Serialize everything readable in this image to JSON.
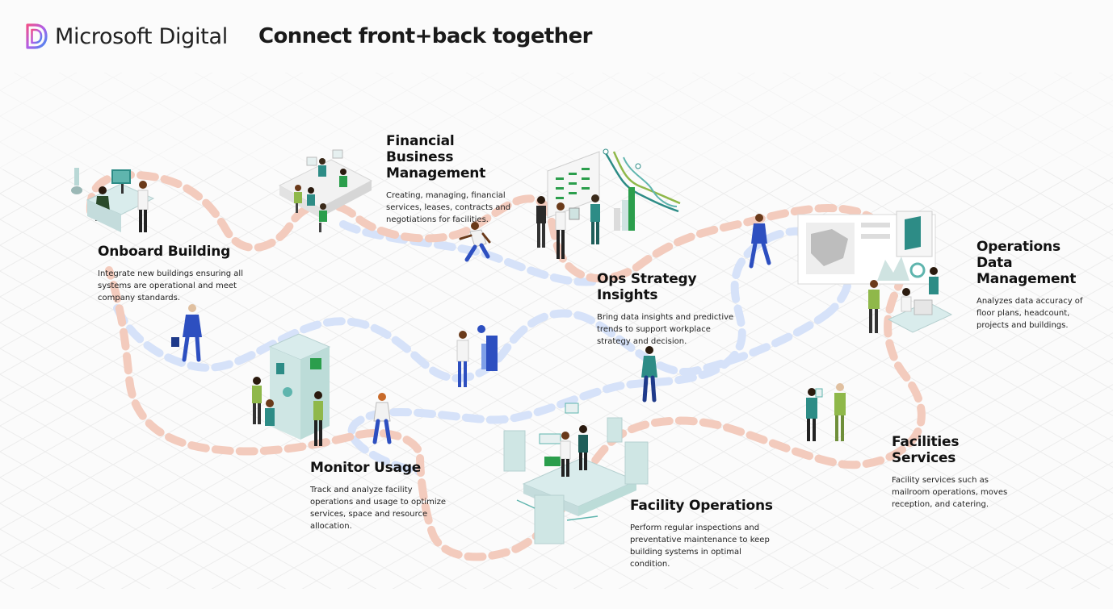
{
  "header": {
    "brand_name": "Microsoft Digital",
    "title": "Connect front+back together"
  },
  "colors": {
    "front_path": "#f3cbbd",
    "back_path": "#d6e2f9",
    "accent_teal": "#2d8c86",
    "accent_green": "#2b9e4c",
    "accent_blue": "#2d4fc0"
  },
  "stages": {
    "onboard": {
      "title": "Onboard Building",
      "description": "Integrate new buildings ensuring all systems are operational and meet company standards."
    },
    "financial": {
      "title": "Financial Business Management",
      "description": "Creating, managing, financial services, leases, contracts and negotiations for facilities."
    },
    "ops_strategy": {
      "title": "Ops Strategy Insights",
      "description": "Bring data insights and predictive trends to support workplace strategy and decision."
    },
    "ops_data": {
      "title": "Operations Data Management",
      "description": "Analyzes data accuracy of floor plans, headcount, projects and buildings."
    },
    "monitor": {
      "title": "Monitor Usage",
      "description": "Track and analyze facility operations and usage to optimize services, space and resource allocation."
    },
    "facility_ops": {
      "title": "Facility Operations",
      "description": "Perform regular inspections and preventative maintenance to keep building systems in optimal condition."
    },
    "facilities_services": {
      "title": "Facilities Services",
      "description": "Facility services such as mailroom operations, moves reception, and catering."
    }
  }
}
